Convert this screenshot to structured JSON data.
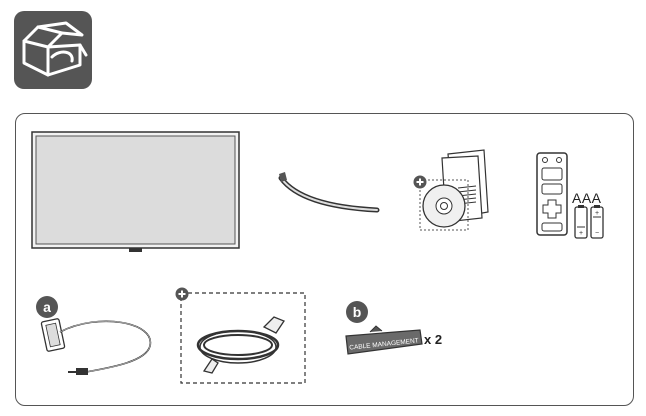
{
  "header": {
    "icon": "unboxing-icon"
  },
  "accessories": {
    "batteries_label": "AAA",
    "cable_holder_quantity": "x 2",
    "badge_a": "a",
    "badge_b": "b",
    "cable_holder_text": "CABLE MANAGEMENT"
  },
  "colors": {
    "icon_background": "#555555",
    "line": "#333333",
    "panel_border": "#555555"
  }
}
